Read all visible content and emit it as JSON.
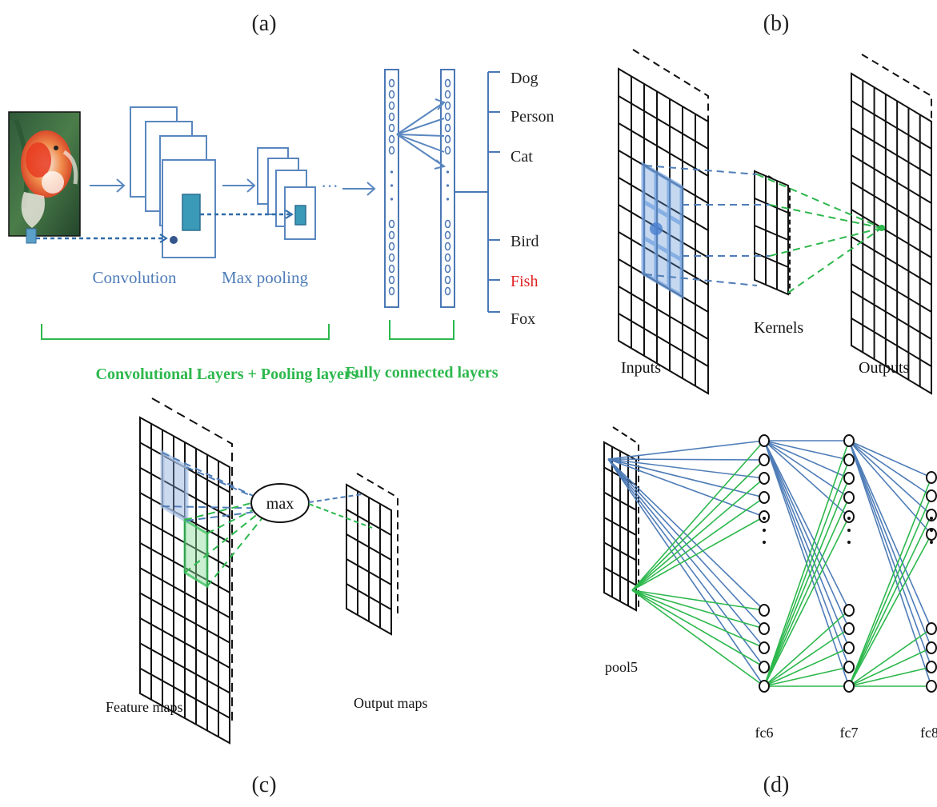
{
  "panels": {
    "a": {
      "label": "(a)",
      "convolution": "Convolution",
      "max_pooling": "Max  pooling",
      "ellipsis": "···",
      "classes": [
        "Dog",
        "Person",
        "Cat",
        "Bird",
        "Fish",
        "Fox"
      ],
      "highlighted_class": "Fish",
      "conv_pool_bracket": "Convolutional Layers + Pooling layers",
      "fc_bracket": "Fully connected layers"
    },
    "b": {
      "label": "(b)",
      "inputs": "Inputs",
      "kernels": "Kernels",
      "outputs": "Outputs"
    },
    "c": {
      "label": "(c)",
      "feature_maps": "Feature maps",
      "max": "max",
      "output_maps": "Output  maps"
    },
    "d": {
      "label": "(d)",
      "pool5": "pool5",
      "fc6": "fc6",
      "fc7": "fc7",
      "fc8": "fc8"
    }
  },
  "colors": {
    "blue": "#4f7db8",
    "green": "#2db84d",
    "red": "#e02020",
    "black": "#111111"
  }
}
